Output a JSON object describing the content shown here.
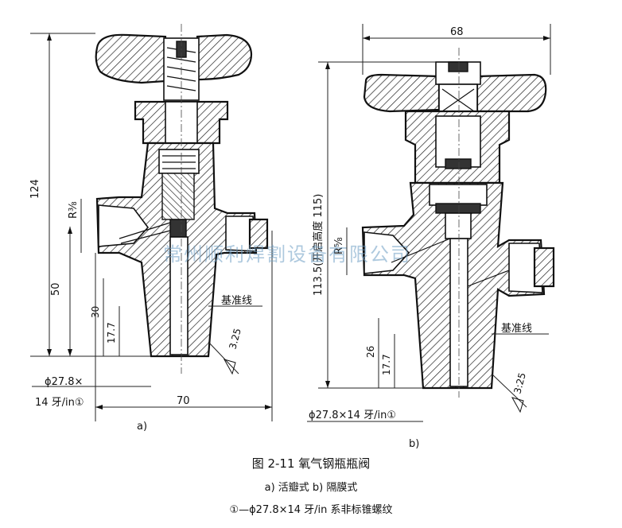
{
  "figure": {
    "title": "图 2-11  氧气钢瓶瓶阀",
    "subtitle": "a) 活瓣式   b) 隔膜式",
    "footnote": "①—ϕ27.8×14 牙/in 系非标锥螺纹"
  },
  "watermark": "常州顺利焊割设备有限公司",
  "valve_a": {
    "label": "a)",
    "dim_height": "124",
    "dim_lower": "50",
    "dim_30": "30",
    "dim_17_7": "17.7",
    "dim_width": "70",
    "dim_r": "R⅜",
    "dim_taper": "3.25",
    "thread_1": "ϕ27.8×",
    "thread_2": "14 牙/in①",
    "datum": "基准线"
  },
  "valve_b": {
    "label": "b)",
    "dim_width": "68",
    "dim_height": "113.5(开启高度 115)",
    "dim_r": "R⅝",
    "dim_26": "26",
    "dim_17_7": "17.7",
    "dim_taper": "3:25",
    "thread": "ϕ27.8×14 牙/in①",
    "datum": "基准线"
  }
}
